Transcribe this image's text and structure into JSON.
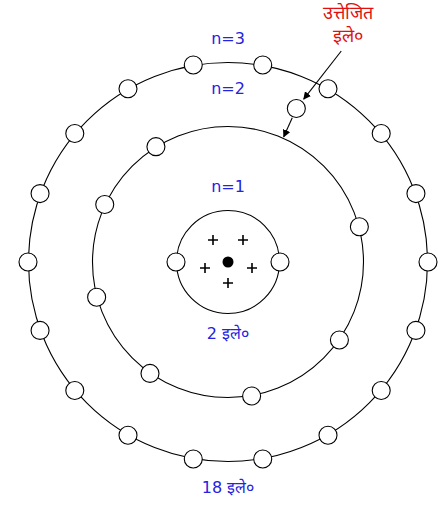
{
  "diagram": {
    "nodes": [
      {
        "text": [
          "n=3",
          "18 इले०"
        ]
      },
      {
        "text": [
          "n=2"
        ],
        "in": 0
      },
      {
        "text": [
          "n=1",
          "2 इले०"
        ],
        "in": 1
      }
    ],
    "labels": [
      "उत्तेजित इले०"
    ]
  }
}
